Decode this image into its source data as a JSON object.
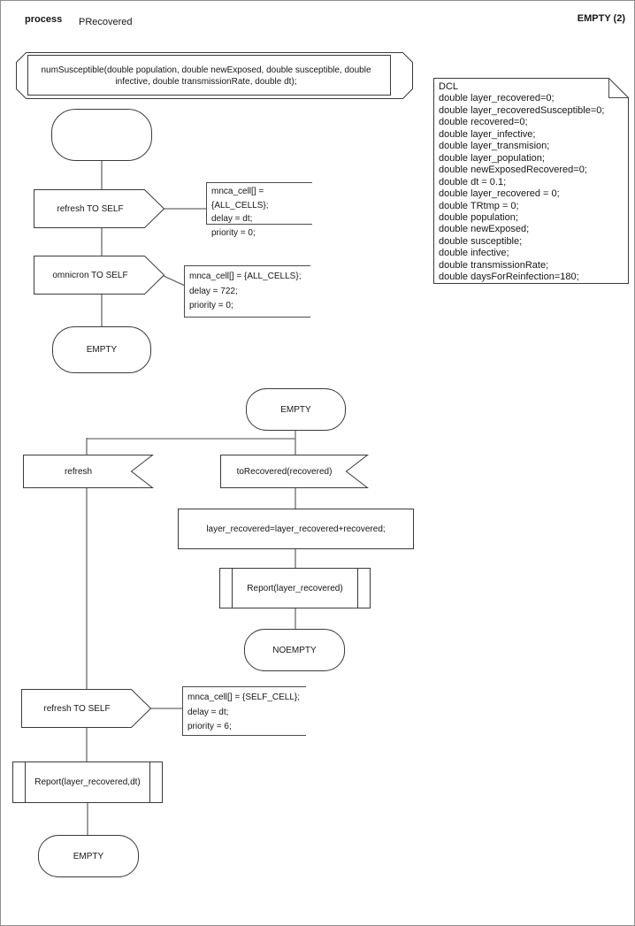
{
  "header": {
    "kind_label": "process",
    "process_name": "PRecovered",
    "page_ref": "EMPTY (2)"
  },
  "colors": {
    "shape_stroke": "#3a3a3a",
    "connector": "#6b6b6b",
    "text": "#161616",
    "background": "#ffffff"
  },
  "flow1": {
    "signature": "numSusceptible(double population, double newExposed, double susceptible, double infective, double transmissionRate, double dt);",
    "output_refresh_label": "refresh TO SELF",
    "comment_refresh": [
      "mnca_cell[] = {ALL_CELLS};",
      "delay = dt;",
      "priority = 0;"
    ],
    "output_omnicron_label": "omnicron TO SELF",
    "comment_omnicron": [
      "mnca_cell[] = {ALL_CELLS};",
      "delay = 722;",
      "priority = 0;"
    ],
    "end_state_label": "EMPTY"
  },
  "declarations": {
    "lines": [
      "DCL",
      "double layer_recovered=0;",
      "double layer_recoveredSusceptible=0;",
      "double recovered=0;",
      "double layer_infective;",
      "double layer_transmision;",
      "double layer_population;",
      "double newExposedRecovered=0;",
      "double dt = 0.1;",
      "double layer_recovered = 0;",
      "double TRtmp = 0;",
      "double population;",
      "double newExposed;",
      "double susceptible;",
      "double infective;",
      "double transmissionRate;",
      "double daysForReinfection=180;"
    ]
  },
  "flow2": {
    "start_state_label": "EMPTY",
    "input_refresh_label": "refresh",
    "input_torecovered_label": "toRecovered(recovered)",
    "task_label": "layer_recovered=layer_recovered+recovered;",
    "procedure_report_label": "Report(layer_recovered)",
    "noempty_state_label": "NOEMPTY",
    "output_refresh_self_label": "refresh TO SELF",
    "comment_refresh_self": [
      "mnca_cell[] = {SELF_CELL};",
      "delay = dt;",
      "priority = 6;"
    ],
    "procedure_report_dt_label": "Report(layer_recovered,dt)",
    "end_state_label": "EMPTY"
  }
}
